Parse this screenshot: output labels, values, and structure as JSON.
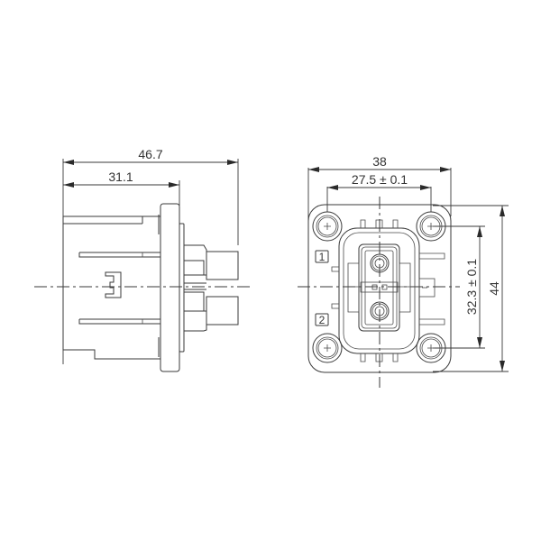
{
  "drawing": {
    "side_view": {
      "dim_overall_length": "46.7",
      "dim_flange_length": "31.1"
    },
    "front_view": {
      "dim_overall_width": "38",
      "dim_hole_spacing_h": "27.5 ± 0.1",
      "dim_hole_spacing_v": "32.3 ± 0.1",
      "dim_overall_height": "44",
      "pin_label_1": "1",
      "pin_label_2": "2"
    },
    "colors": {
      "line": "#3a3a3a",
      "background": "#ffffff"
    }
  }
}
